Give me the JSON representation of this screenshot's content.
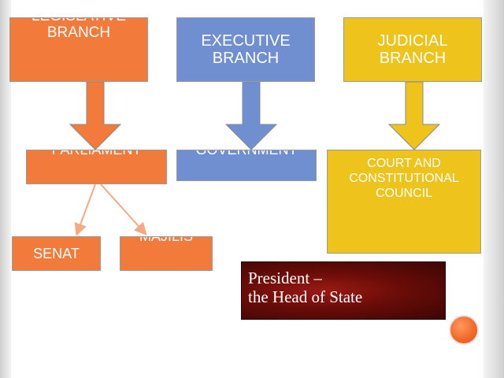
{
  "branches": {
    "legislative": "LEGISLATIVE BRANCH",
    "executive": "EXECUTIVE BRANCH",
    "judicial": "JUDICIAL BRANCH"
  },
  "bodies": {
    "parliament": "PARLIAMENT",
    "government": "GOVERNMENT",
    "court": "COURT AND CONSTITUTIONAL COUNCIL"
  },
  "chambers": {
    "senat": "SENAT",
    "majilis": "MAJILIS"
  },
  "president": {
    "line1": "President –",
    "line2": "the Head of State"
  },
  "colors": {
    "legislative": "#f27a3a",
    "executive": "#6f8fd1",
    "judicial": "#eec31c",
    "president": "#6a0c08"
  }
}
